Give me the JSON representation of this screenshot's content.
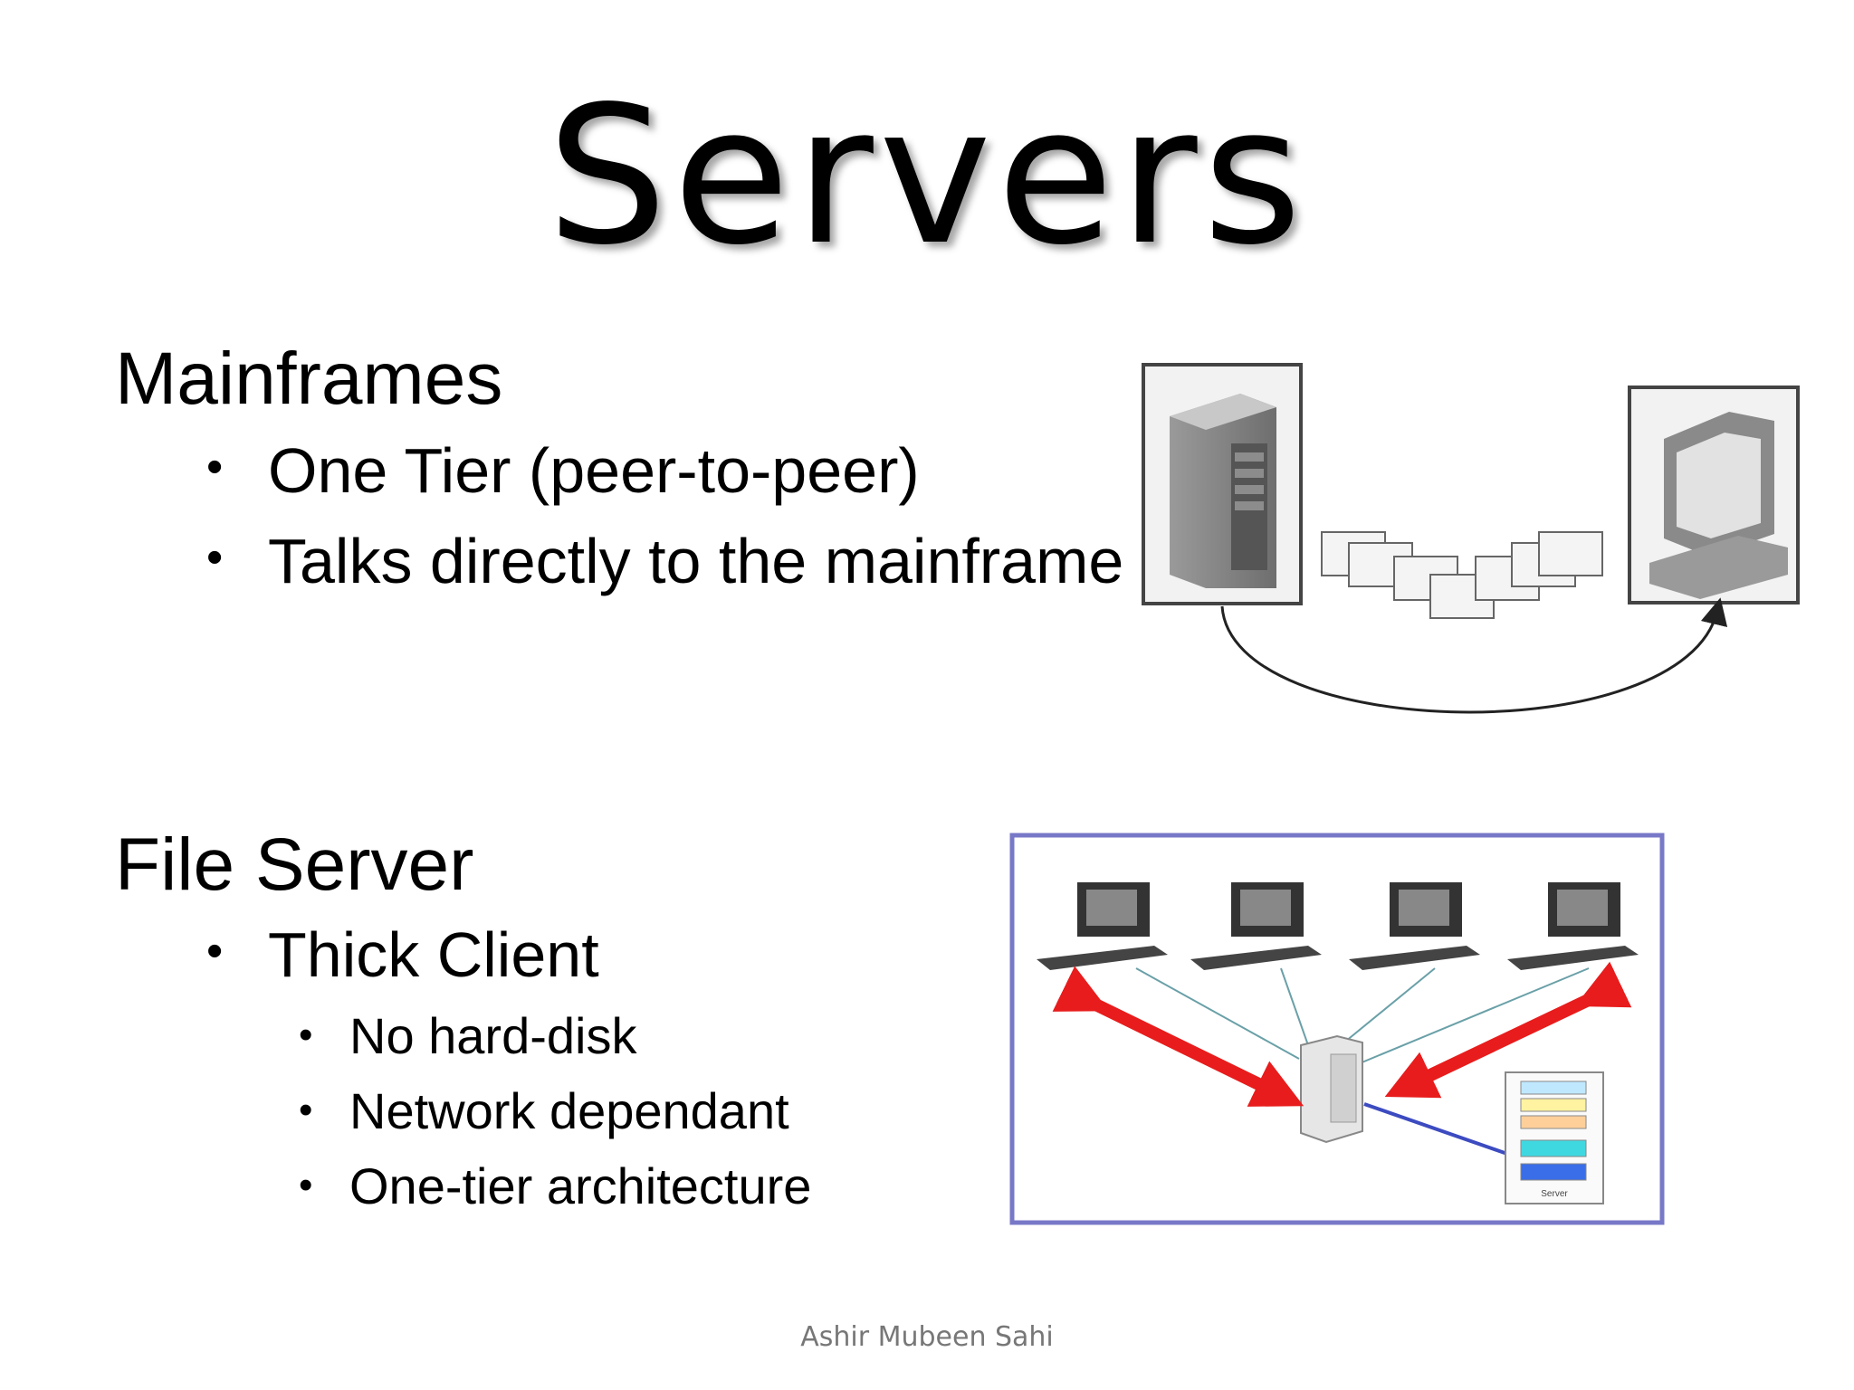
{
  "slide": {
    "title": "Servers",
    "sections": [
      {
        "heading": "Mainframes",
        "bullets": [
          "One Tier (peer-to-peer)",
          "Talks directly to the mainframe"
        ]
      },
      {
        "heading": "File Server",
        "bullets": [
          "Thick Client"
        ],
        "sub_bullets": [
          "No hard-disk",
          "Network dependant",
          "One-tier architecture"
        ]
      }
    ],
    "bullet_glyph": "•",
    "footer": "Ashir Mubeen Sahi"
  },
  "diagram2": {
    "server_box_label": "Server"
  },
  "colors": {
    "arrow": "#e81c1c",
    "frame_border": "#7878c8",
    "link_line": "#3c4bc0"
  }
}
